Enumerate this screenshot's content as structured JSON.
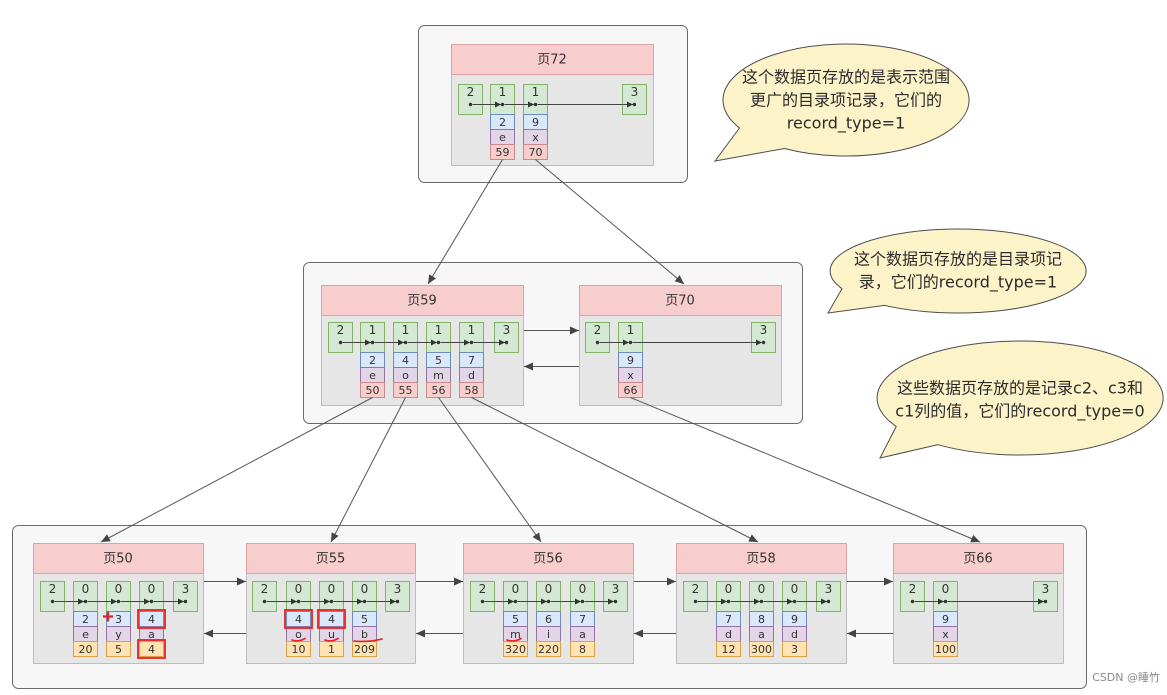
{
  "pages": {
    "p72": {
      "title": "页72",
      "records": [
        {
          "record_type": "2"
        },
        {
          "record_type": "1",
          "c2": "2",
          "c3": "e",
          "page_no": "59"
        },
        {
          "record_type": "1",
          "c2": "9",
          "c3": "x",
          "page_no": "70"
        },
        {
          "record_type": "3"
        }
      ]
    },
    "p59": {
      "title": "页59",
      "records": [
        {
          "record_type": "2"
        },
        {
          "record_type": "1",
          "c2": "2",
          "c3": "e",
          "page_no": "50"
        },
        {
          "record_type": "1",
          "c2": "4",
          "c3": "o",
          "page_no": "55"
        },
        {
          "record_type": "1",
          "c2": "5",
          "c3": "m",
          "page_no": "56"
        },
        {
          "record_type": "1",
          "c2": "7",
          "c3": "d",
          "page_no": "58"
        },
        {
          "record_type": "3"
        }
      ]
    },
    "p70": {
      "title": "页70",
      "records": [
        {
          "record_type": "2"
        },
        {
          "record_type": "1",
          "c2": "9",
          "c3": "x",
          "page_no": "66"
        },
        {
          "record_type": "3"
        }
      ]
    },
    "p50": {
      "title": "页50",
      "records": [
        {
          "record_type": "2"
        },
        {
          "record_type": "0",
          "c2": "2",
          "c3": "e",
          "c1": "20"
        },
        {
          "record_type": "0",
          "c2": "3",
          "c3": "y",
          "c1": "5"
        },
        {
          "record_type": "0",
          "c2": "4",
          "c3": "a",
          "c1": "4"
        },
        {
          "record_type": "3"
        }
      ]
    },
    "p55": {
      "title": "页55",
      "records": [
        {
          "record_type": "2"
        },
        {
          "record_type": "0",
          "c2": "4",
          "c3": "o",
          "c1": "10"
        },
        {
          "record_type": "0",
          "c2": "4",
          "c3": "u",
          "c1": "1"
        },
        {
          "record_type": "0",
          "c2": "5",
          "c3": "b",
          "c1": "209"
        },
        {
          "record_type": "3"
        }
      ]
    },
    "p56": {
      "title": "页56",
      "records": [
        {
          "record_type": "2"
        },
        {
          "record_type": "0",
          "c2": "5",
          "c3": "m",
          "c1": "320"
        },
        {
          "record_type": "0",
          "c2": "6",
          "c3": "i",
          "c1": "220"
        },
        {
          "record_type": "0",
          "c2": "7",
          "c3": "a",
          "c1": "8"
        },
        {
          "record_type": "3"
        }
      ]
    },
    "p58": {
      "title": "页58",
      "records": [
        {
          "record_type": "2"
        },
        {
          "record_type": "0",
          "c2": "7",
          "c3": "d",
          "c1": "12"
        },
        {
          "record_type": "0",
          "c2": "8",
          "c3": "a",
          "c1": "300"
        },
        {
          "record_type": "0",
          "c2": "9",
          "c3": "d",
          "c1": "3"
        },
        {
          "record_type": "3"
        }
      ]
    },
    "p66": {
      "title": "页66",
      "records": [
        {
          "record_type": "2"
        },
        {
          "record_type": "0",
          "c2": "9",
          "c3": "x",
          "c1": "100"
        },
        {
          "record_type": "3"
        }
      ]
    }
  },
  "callouts": [
    {
      "lines": [
        "这个数据页存放的是表示范围",
        "更广的目录项记录，它们的",
        "record_type=1"
      ]
    },
    {
      "lines": [
        "这个数据页存放的是目录项记",
        "录，它们的record_type=1"
      ]
    },
    {
      "lines": [
        "这些数据页存放的是记录c2、c3和",
        "c1列的值，它们的record_type=0"
      ]
    }
  ],
  "watermark": "CSDN @睡竹",
  "palette": {
    "container": "#f7f7f7",
    "container_border": "#6a6a6a",
    "page_body": "#e6e6e6",
    "page_body_border": "#bdbdbd",
    "page_header": "#f8cdcd",
    "page_header_border": "#dda3a3",
    "record_type": "#d5e8d4",
    "record_type_border": "#82b366",
    "c2": "#dae8fc",
    "c2_border": "#6c8ebf",
    "c3": "#e1d5e7",
    "c3_border": "#9673a6",
    "page_no": "#f8cecc",
    "page_no_border": "#c98b8b",
    "c1": "#ffe3b3",
    "c1_border": "#d8a24a",
    "callout": "#fdf3c8",
    "callout_border": "#4d4d4d",
    "connector": "#555555",
    "highlight": "#e8201f"
  }
}
